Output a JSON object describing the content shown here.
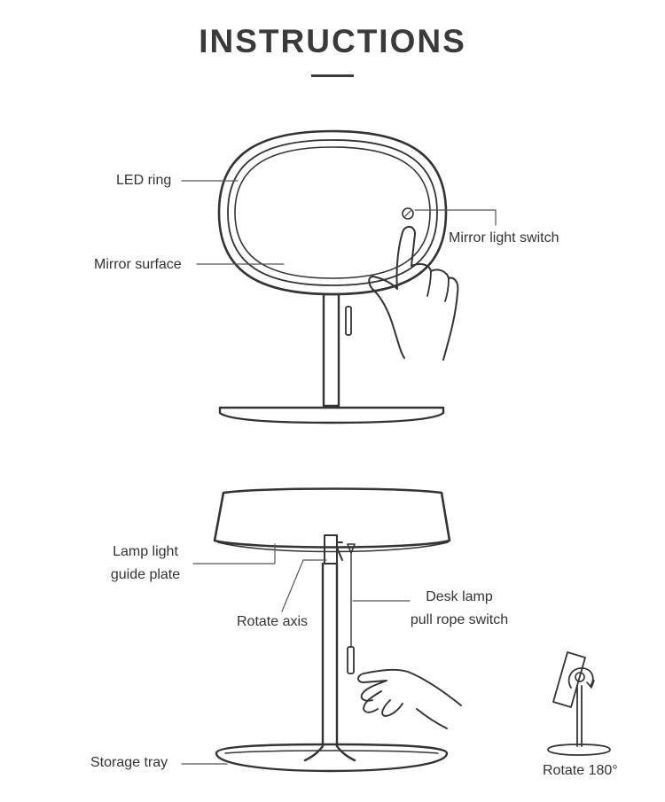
{
  "title": "INSTRUCTIONS",
  "labels": {
    "led_ring": "LED ring",
    "mirror_surface": "Mirror surface",
    "mirror_light_switch": "Mirror light switch",
    "lamp_guide_line1": "Lamp light",
    "lamp_guide_line2": "guide plate",
    "rotate_axis": "Rotate axis",
    "pull_rope_line1": "Desk lamp",
    "pull_rope_line2": "pull rope switch",
    "storage_tray": "Storage tray",
    "rotate_180": "Rotate 180°"
  },
  "colors": {
    "line": "#333333",
    "leader": "#555555"
  }
}
